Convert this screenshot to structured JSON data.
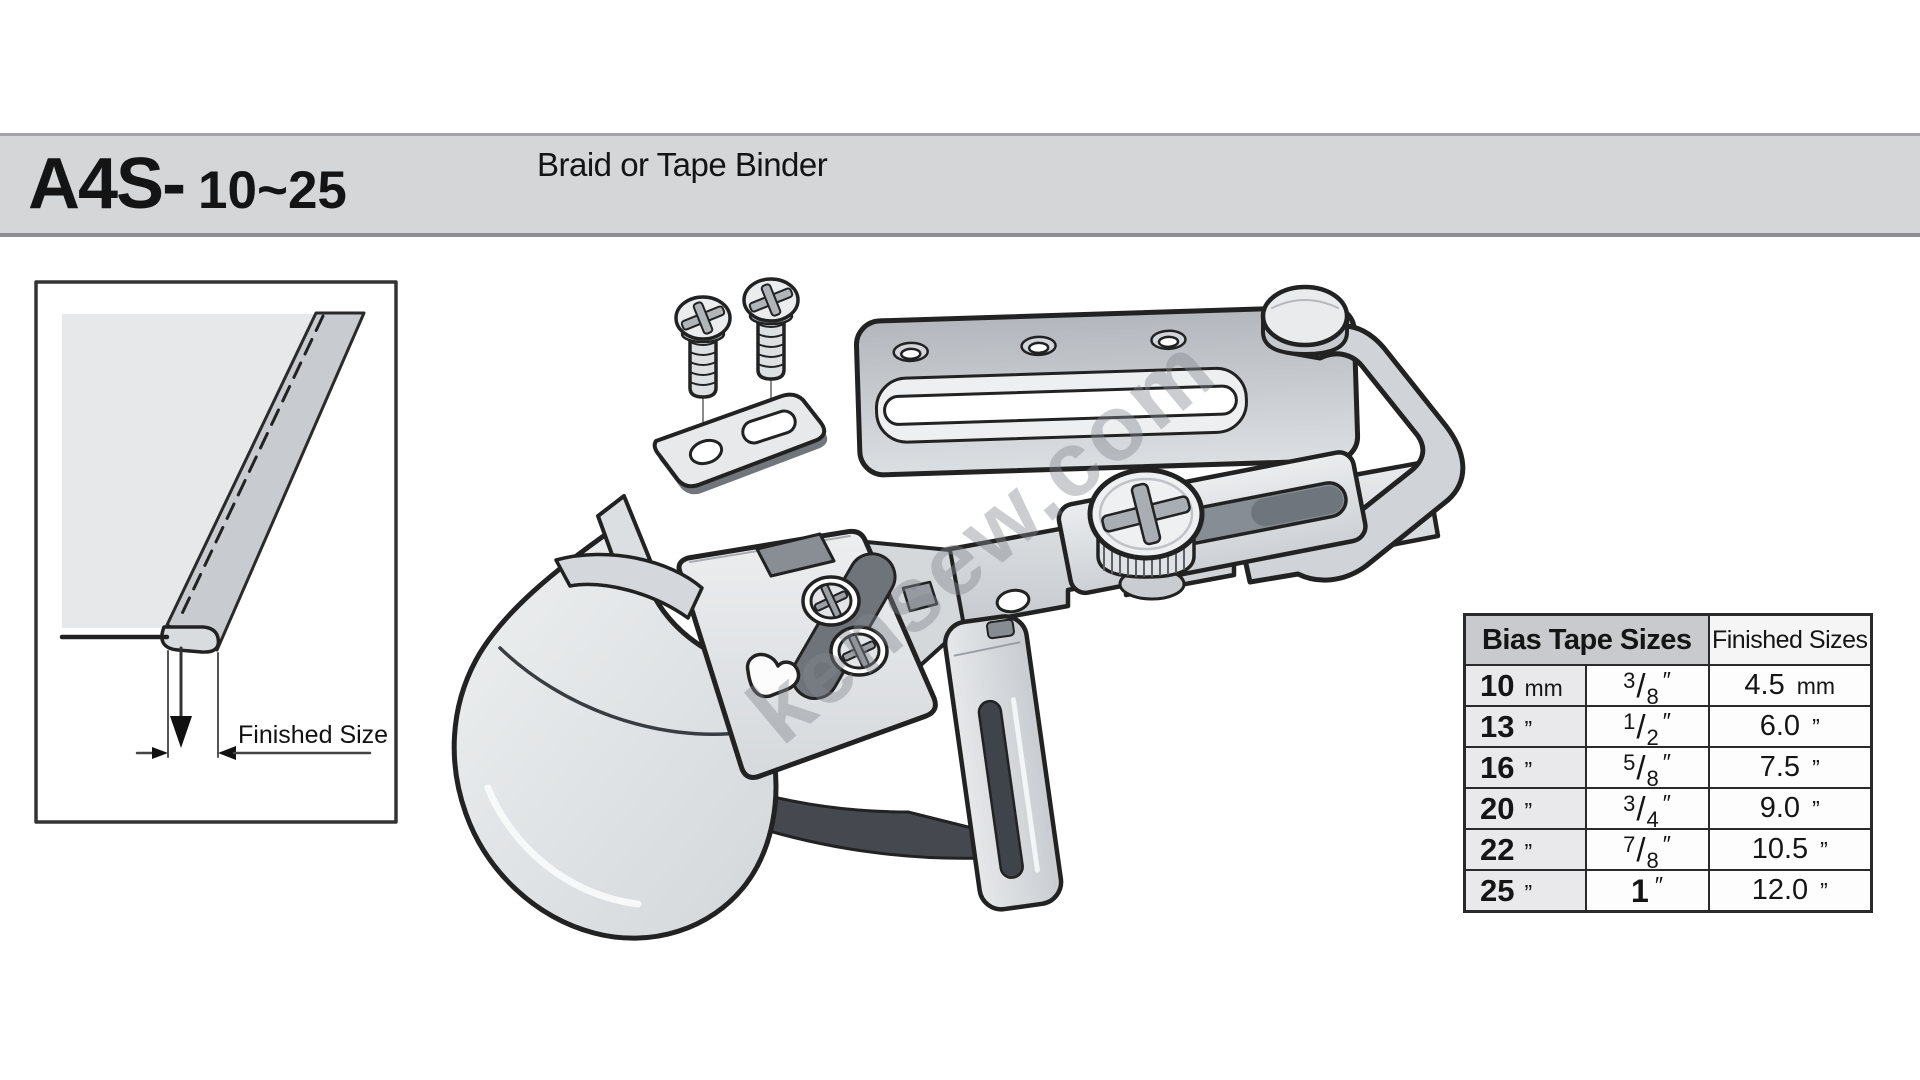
{
  "header": {
    "model_code": "A4S-",
    "model_range": "10~25",
    "product_name": "Braid or Tape Binder"
  },
  "left_diagram": {
    "label": "Finished Size"
  },
  "watermark": {
    "text": "kensew.com"
  },
  "table": {
    "col_header_left": "Bias Tape Sizes",
    "col_header_right": "Finished Sizes",
    "rows": [
      {
        "bias_mm": "10",
        "bias_mm_unit": "mm",
        "frac_whole": "",
        "frac_num": "3",
        "frac_slash": "/",
        "frac_den": "8",
        "frac_unit": "″",
        "finished": "4.5",
        "finished_unit": "mm"
      },
      {
        "bias_mm": "13",
        "bias_mm_unit": "”",
        "frac_whole": "",
        "frac_num": "1",
        "frac_slash": "/",
        "frac_den": "2",
        "frac_unit": "″",
        "finished": "6.0",
        "finished_unit": "”"
      },
      {
        "bias_mm": "16",
        "bias_mm_unit": "”",
        "frac_whole": "",
        "frac_num": "5",
        "frac_slash": "/",
        "frac_den": "8",
        "frac_unit": "″",
        "finished": "7.5",
        "finished_unit": "”"
      },
      {
        "bias_mm": "20",
        "bias_mm_unit": "”",
        "frac_whole": "",
        "frac_num": "3",
        "frac_slash": "/",
        "frac_den": "4",
        "frac_unit": "″",
        "finished": "9.0",
        "finished_unit": "”"
      },
      {
        "bias_mm": "22",
        "bias_mm_unit": "”",
        "frac_whole": "",
        "frac_num": "7",
        "frac_slash": "/",
        "frac_den": "8",
        "frac_unit": "″",
        "finished": "10.5",
        "finished_unit": "”"
      },
      {
        "bias_mm": "25",
        "bias_mm_unit": "”",
        "frac_whole": "1",
        "frac_num": "",
        "frac_slash": "",
        "frac_den": "",
        "frac_unit": "″",
        "finished": "12.0",
        "finished_unit": "”"
      }
    ]
  },
  "colors": {
    "page_bg": "#ffffff",
    "header_bar_bg": "#d5d6d8",
    "table_header_bg": "#c9cacd",
    "row_tint_bg": "#e9e9eb",
    "outline": "#222222",
    "watermark": "#84888e"
  }
}
